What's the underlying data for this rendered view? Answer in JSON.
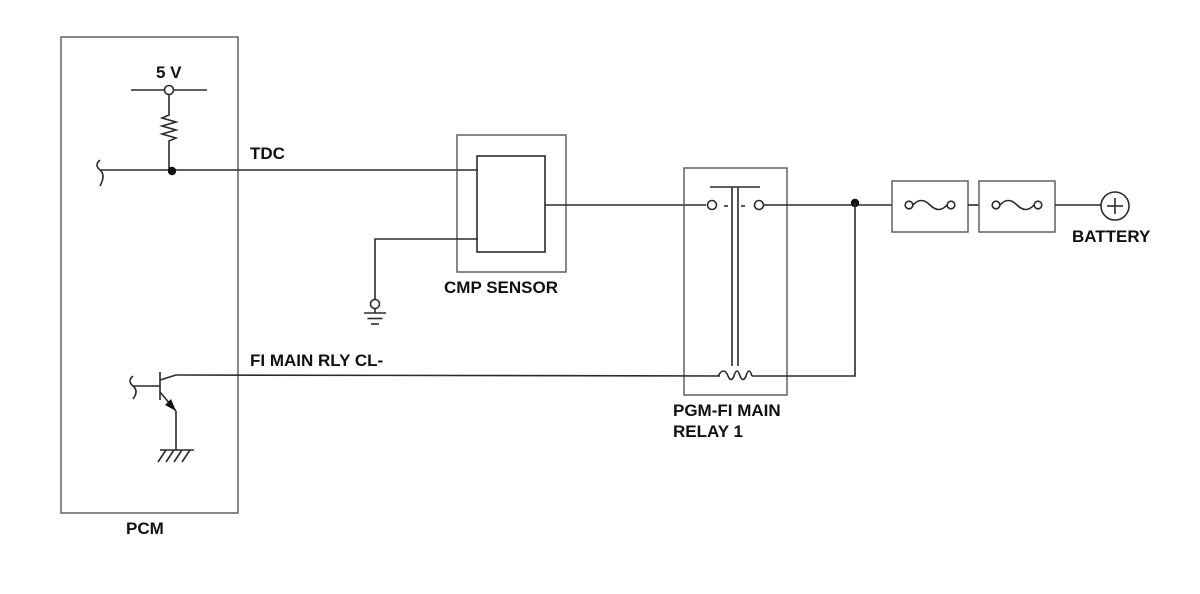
{
  "labels": {
    "pcm": "PCM",
    "supply": "5 V",
    "tdc": "TDC",
    "cmp_sensor": "CMP SENSOR",
    "fi_main_rly": "FI MAIN RLY CL-",
    "relay_line1": "PGM-FI MAIN",
    "relay_line2": "RELAY 1",
    "battery": "BATTERY"
  },
  "colors": {
    "line": "#2b2b2b",
    "box": "#555555",
    "text": "#111111",
    "background": "#ffffff"
  },
  "icons": {
    "pull_up": "resistor-icon",
    "driver": "npn-transistor-icon",
    "fuse": "fuse-icon",
    "battery": "battery-plus-icon",
    "ground": "ground-icon"
  }
}
